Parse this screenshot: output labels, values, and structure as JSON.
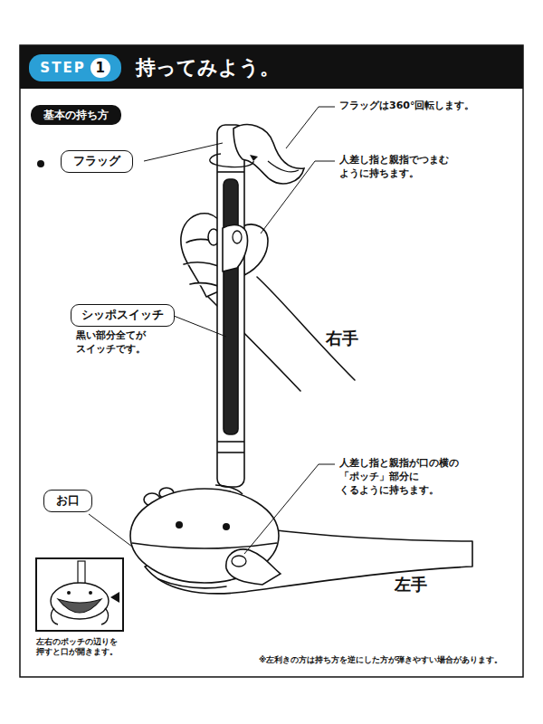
{
  "diagram": {
    "title": "持ってみよう。",
    "nodes": [
      {
        "text": [
          "STEP",
          "1"
        ]
      },
      {
        "text": [
          "基本の持ち方"
        ]
      },
      {
        "text": [
          "フラッグ"
        ]
      },
      {
        "text": [
          "シッポスイッチ"
        ]
      },
      {
        "text": [
          "お口"
        ]
      }
    ],
    "labels": [
      "フラッグは360°回転します。",
      "人差し指と親指でつまむ ように持ちます。",
      "右手",
      "黒い部分全てが スイッチです。",
      "人差し指と親指が口の横の 「ポッチ」部分に くるように持ちます。",
      "左手",
      "左右のポッチの辺りを 押すと口が開きます。",
      "※左利きの方は持ち方を逆にした方が弾きやすい場合があります。"
    ]
  }
}
